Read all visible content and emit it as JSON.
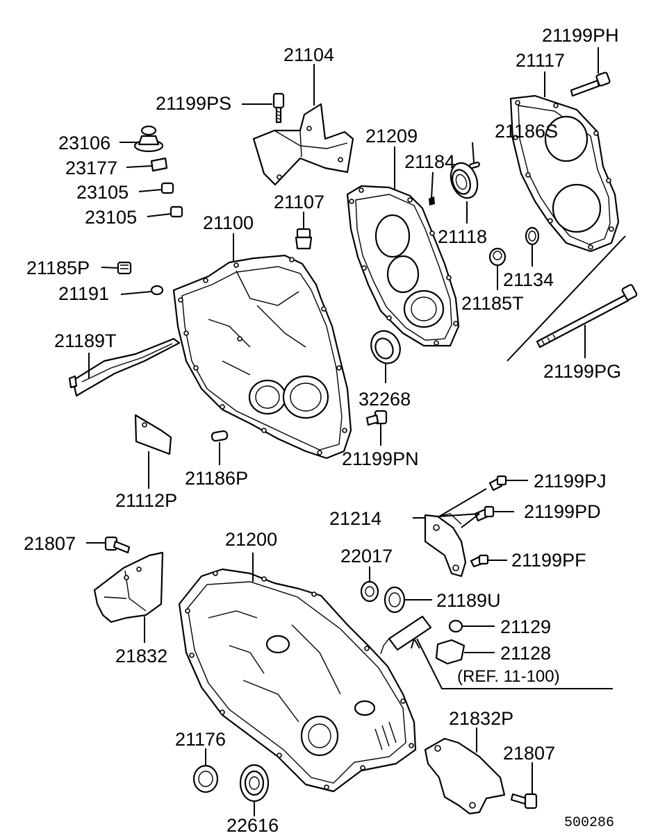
{
  "drawing_id": "500286",
  "reference_note": "(REF. 11-100)",
  "labels": {
    "p21104": "21104",
    "p21199PS": "21199PS",
    "p23106": "23106",
    "p23177": "23177",
    "p23105a": "23105",
    "p23105b": "23105",
    "p21107": "21107",
    "p21100": "21100",
    "p21185P": "21185P",
    "p21191": "21191",
    "p21189T": "21189T",
    "p21186P": "21186P",
    "p21112P": "21112P",
    "p21209": "21209",
    "p21184": "21184",
    "p21186S": "21186S",
    "p21118": "21118",
    "p32268": "32268",
    "p21199PN": "21199PN",
    "p21199PH": "21199PH",
    "p21117": "21117",
    "p21185T": "21185T",
    "p21134": "21134",
    "p21199PG": "21199PG",
    "p21199PJ": "21199PJ",
    "p21214": "21214",
    "p21199PD": "21199PD",
    "p21199PF": "21199PF",
    "p21807a": "21807",
    "p21832": "21832",
    "p21200": "21200",
    "p22017": "22017",
    "p21189U": "21189U",
    "p21129": "21129",
    "p21128": "21128",
    "p21832P": "21832P",
    "p21807b": "21807",
    "p21176": "21176",
    "p22616": "22616"
  }
}
